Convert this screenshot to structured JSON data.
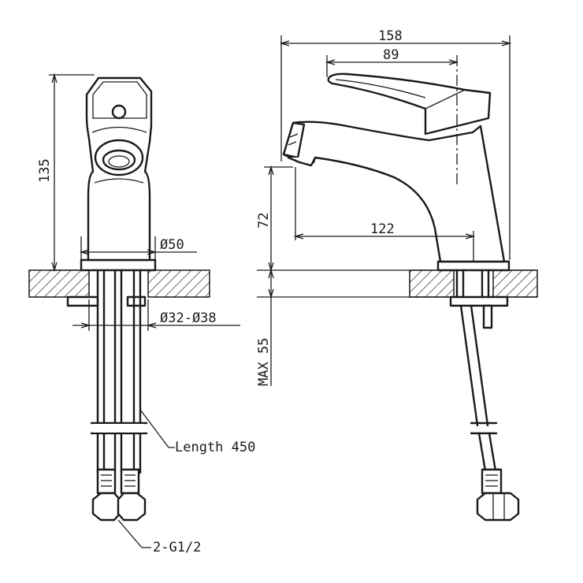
{
  "front_view": {
    "height_label": "135",
    "base_diameter_label": "Ø50",
    "hole_diameter_label": "Ø32-Ø38",
    "hose_length_label": "Length 450",
    "connector_label": "2-G1/2"
  },
  "side_view": {
    "overall_length_label": "158",
    "handle_length_label": "89",
    "spout_height_label": "72",
    "spout_reach_label": "122",
    "max_thickness_label": "MAX 55"
  }
}
